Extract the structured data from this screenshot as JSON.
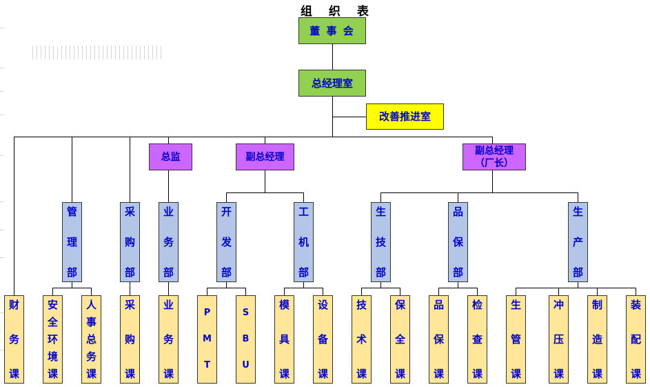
{
  "title": "组 织 表",
  "top": {
    "board": "董 事 会",
    "gm_office": "总经理室",
    "improvement": "改善推进室"
  },
  "level2": {
    "director": "总监",
    "vgm": "副总经理",
    "vgm_factory_line1": "副总经理",
    "vgm_factory_line2": "（厂长）"
  },
  "departments": {
    "management": [
      "管",
      "理",
      "部"
    ],
    "purchasing": [
      "采",
      "购",
      "部"
    ],
    "business": [
      "业",
      "务",
      "部"
    ],
    "development": [
      "开",
      "发",
      "部"
    ],
    "engineering": [
      "工",
      "机",
      "部"
    ],
    "production_tech": [
      "生",
      "技",
      "部"
    ],
    "quality": [
      "品",
      "保",
      "部"
    ],
    "production": [
      "生",
      "产",
      "部"
    ]
  },
  "sections": {
    "finance": [
      "财",
      "务",
      "课"
    ],
    "safety_env": [
      "安",
      "全",
      "环",
      "境",
      "课"
    ],
    "hr_admin": [
      "人",
      "事",
      "总",
      "务",
      "课"
    ],
    "purchasing": [
      "采",
      "购",
      "课"
    ],
    "business": [
      "业",
      "务",
      "课"
    ],
    "pmt": [
      "P",
      "M",
      "T"
    ],
    "sbu": [
      "S",
      "B",
      "U"
    ],
    "mold": [
      "模",
      "具",
      "课"
    ],
    "equipment": [
      "设",
      "备",
      "课"
    ],
    "technology": [
      "技",
      "术",
      "课"
    ],
    "maintenance": [
      "保",
      "全",
      "课"
    ],
    "quality_assurance": [
      "品",
      "保",
      "课"
    ],
    "inspection": [
      "检",
      "查",
      "课"
    ],
    "production_control": [
      "生",
      "管",
      "课"
    ],
    "stamping": [
      "冲",
      "压",
      "课"
    ],
    "manufacturing": [
      "制",
      "造",
      "课"
    ],
    "assembly": [
      "装",
      "配",
      "课"
    ]
  }
}
